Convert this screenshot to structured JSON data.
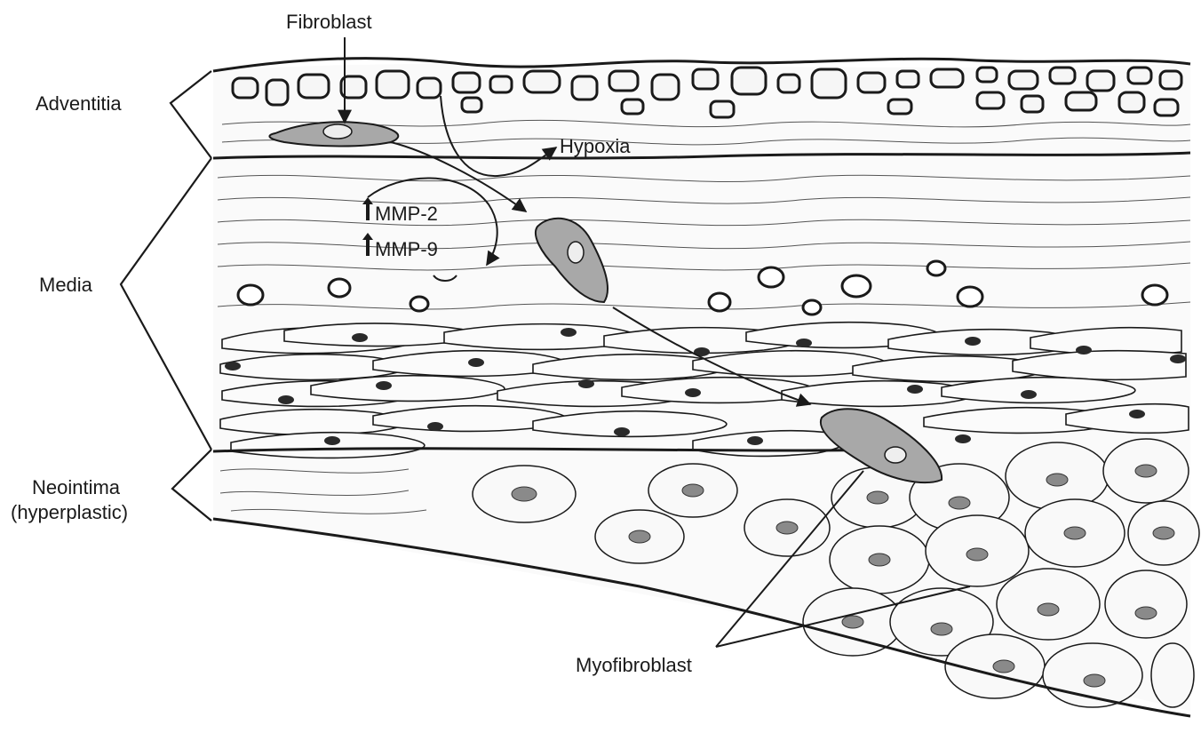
{
  "labels": {
    "fibroblast": "Fibroblast",
    "adventitia": "Adventitia",
    "hypoxia": "Hypoxia",
    "mmp2": "MMP-2",
    "mmp9": "MMP-9",
    "media": "Media",
    "neointima_line1": "Neointima",
    "neointima_line2": "(hyperplastic)",
    "myofibroblast": "Myofibroblast"
  },
  "colors": {
    "ink": "#1a1a1a",
    "background": "#ffffff",
    "cell_fill": "#f6f6f6",
    "migrating_cell": "#a8a8a8"
  }
}
